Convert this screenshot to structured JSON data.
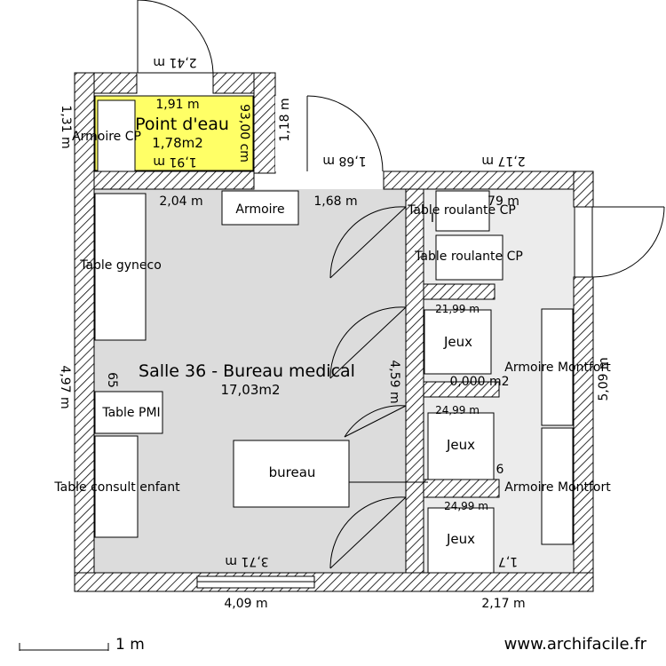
{
  "plan": {
    "room_name": "Salle 36 - Bureau medical",
    "room_area": "17,03m2",
    "small_room_name": "Point d'eau",
    "small_room_area": "1,78m2",
    "watermark": "www.archifacile.fr",
    "scale_label": "1 m",
    "colors": {
      "water_room": "#ffff66",
      "main_floor": "#dcdcdc",
      "side_floor": "#ececec"
    }
  },
  "furniture": {
    "armoire_cp": "Armoire CP",
    "armoire": "Armoire",
    "table_gyneco": "Table gyneco",
    "table_pmi": "Table PMI",
    "table_consult": "Table consult enfant",
    "bureau": "bureau",
    "table_roulante_1": "Table roulante CP",
    "table_roulante_2": "Table roulante CP",
    "jeux_1": "Jeux",
    "jeux_2": "Jeux",
    "jeux_3": "Jeux",
    "armoire_montfort_1": "Armoire Montfort",
    "armoire_montfort_2": "Armoire Montfort"
  },
  "dimensions": {
    "top_door_width": "2,41 m",
    "water_top": "1,91 m",
    "water_bottom": "1,91 m",
    "water_right": "93,00 cm",
    "left_top": "1,31 m",
    "mid_vertical": "1,18 m",
    "door_168_top": "1,68 m",
    "right_top": "2,17 m",
    "inner_204": "2,04 m",
    "inner_168": "1,68 m",
    "partial_79": "79 m",
    "left_height": "4,97 m",
    "right_height": "5,09 m",
    "mid_height": "4,59 m",
    "inner_bottom": "3,71 m",
    "bottom_409": "4,09 m",
    "bottom_217": "2,17 m",
    "strip_1": "21,99 m",
    "strip_2": "0,000 m2",
    "strip_3": "24,99 m",
    "strip_4": "24,99 m",
    "partial_6": "6",
    "partial_65": "65",
    "partial_175": "1,7",
    "partial_i": "I"
  }
}
